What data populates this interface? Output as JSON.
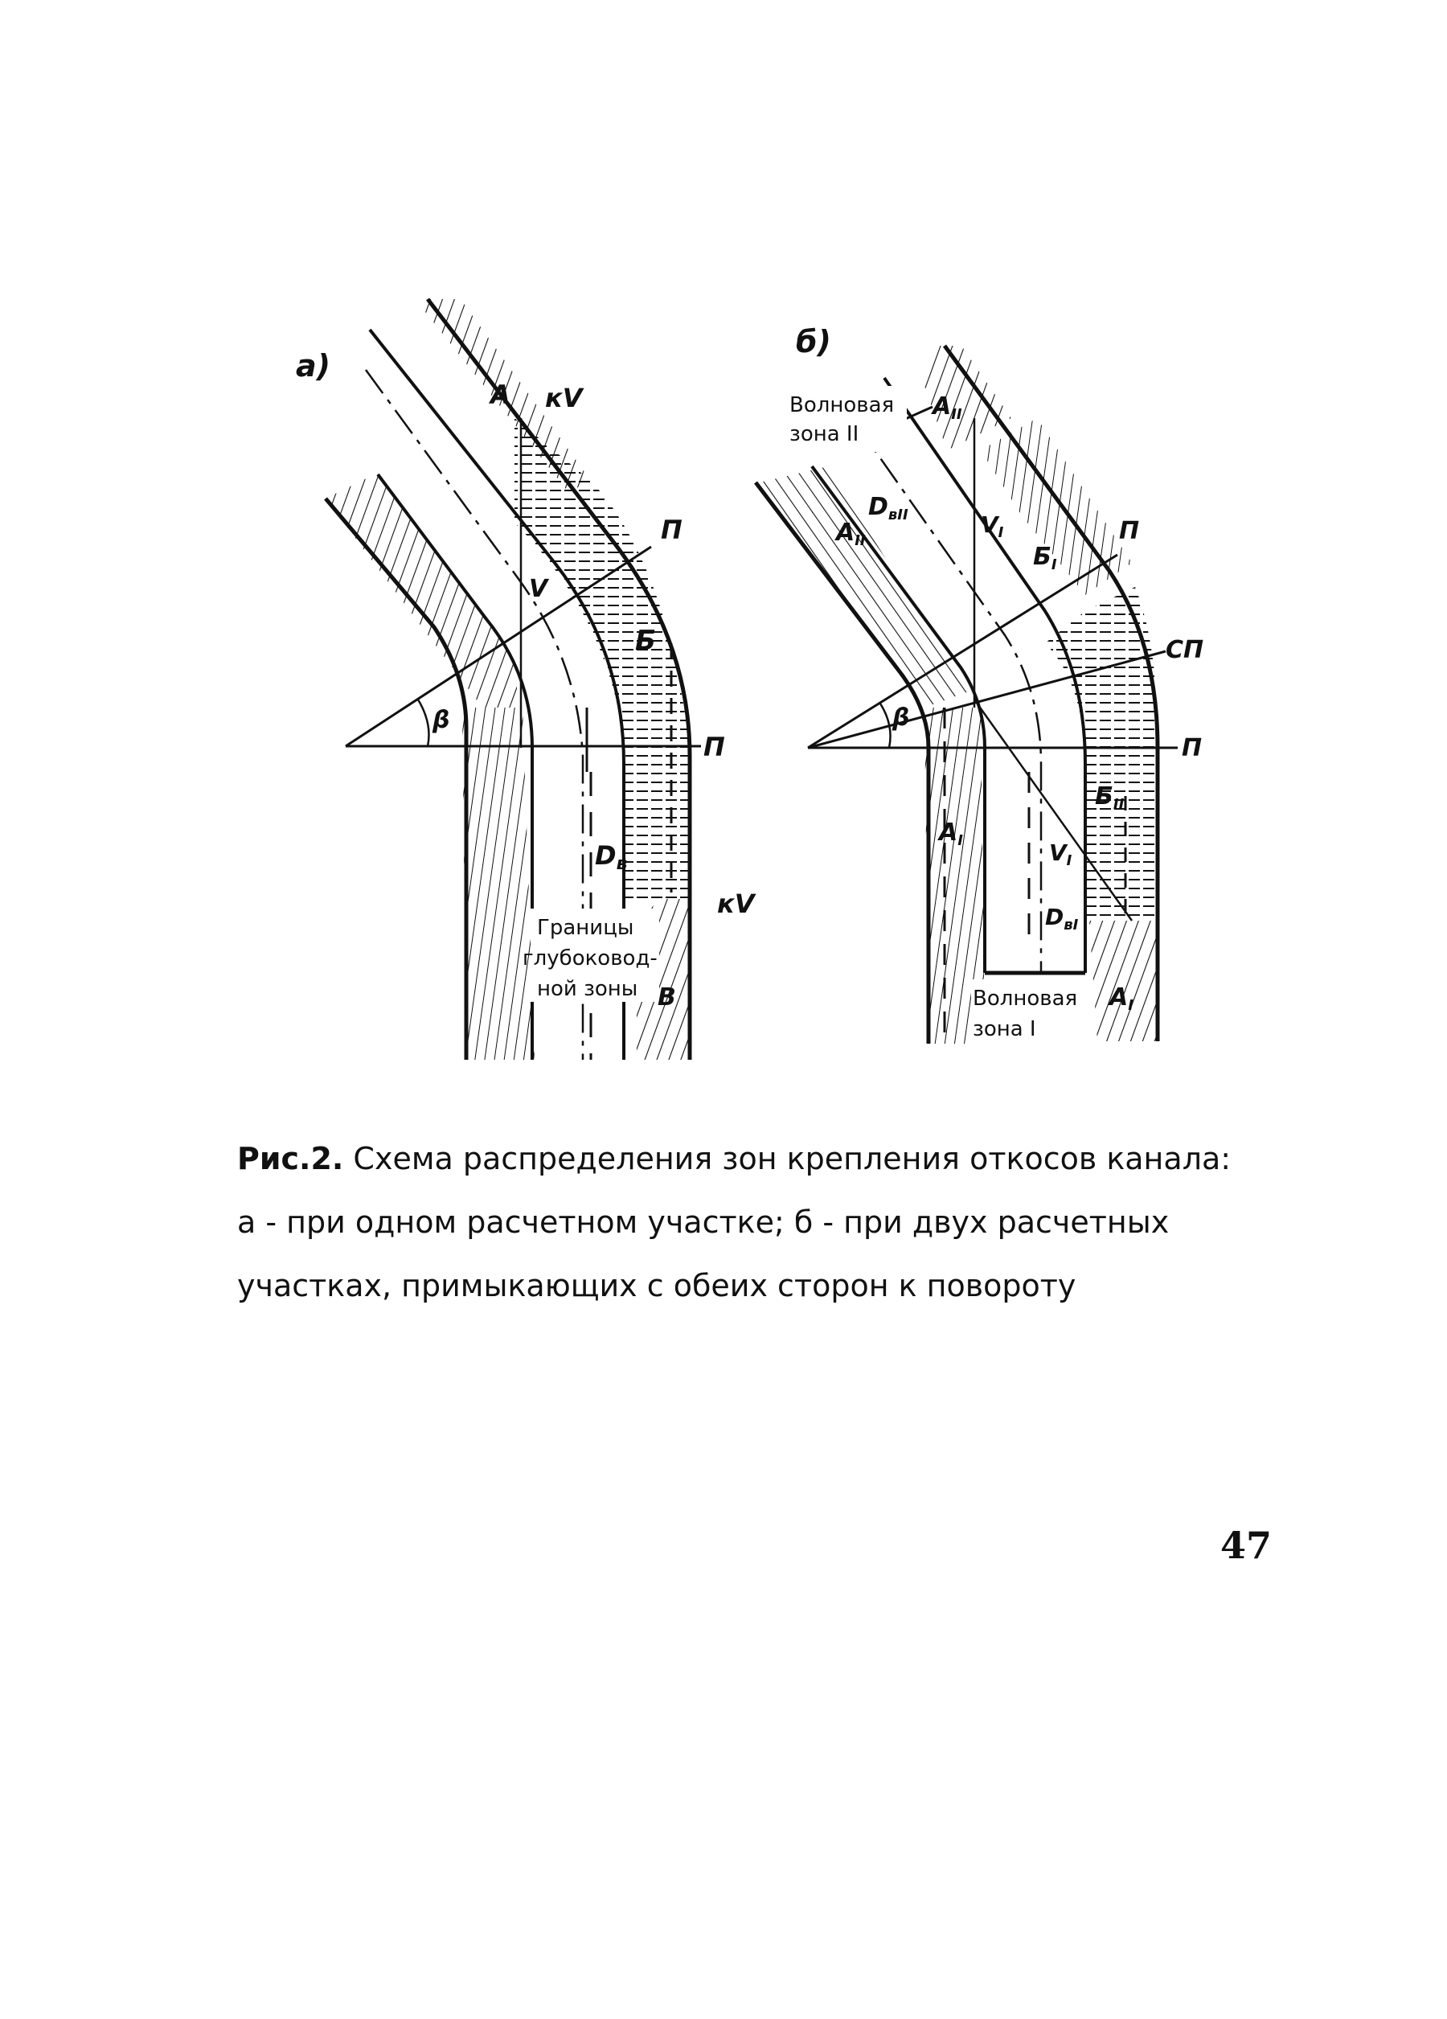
{
  "figure": {
    "panel_a": {
      "tag": "a)",
      "zone_A": "A",
      "zone_B": "Б",
      "zone_B_lower": "В",
      "velocity_top": "кV",
      "velocity_mid": "V",
      "velocity_bottom": "кV",
      "depth": "D",
      "depth_sub": "в",
      "angle": "β",
      "axis_upper": "П",
      "axis_lower": "П",
      "boundary_label": [
        "Границы",
        "глубоковод-",
        "ной зоны"
      ]
    },
    "panel_b": {
      "tag": "б)",
      "zone_A2_top": "А",
      "zone_A2_left": "А",
      "zone_B1": "Б",
      "zone_B2": "Б",
      "zone_A1_left": "А",
      "zone_A1_right": "А",
      "zone_II_label": [
        "Волновая",
        "зона II"
      ],
      "zone_I_label": [
        "Волновая",
        "зона I"
      ],
      "depth_II": "D",
      "depth_II_sub": "вII",
      "depth_I": "D",
      "depth_I_sub": "вI",
      "velocity_1": "V",
      "velocity_2": "V",
      "angle": "β",
      "axis_upper": "П",
      "axis_middle": "СП",
      "axis_lower": "П",
      "sub_1": "I",
      "sub_2": "II"
    }
  },
  "caption": {
    "figure_number": "Рис.2.",
    "line1": "Схема распределения зон крепления откосов канала:",
    "line2": "а - при одном расчетном участке; б - при двух расчетных",
    "line3": "участках, примыкающих с обеих сторон к повороту"
  },
  "page_number": "47"
}
